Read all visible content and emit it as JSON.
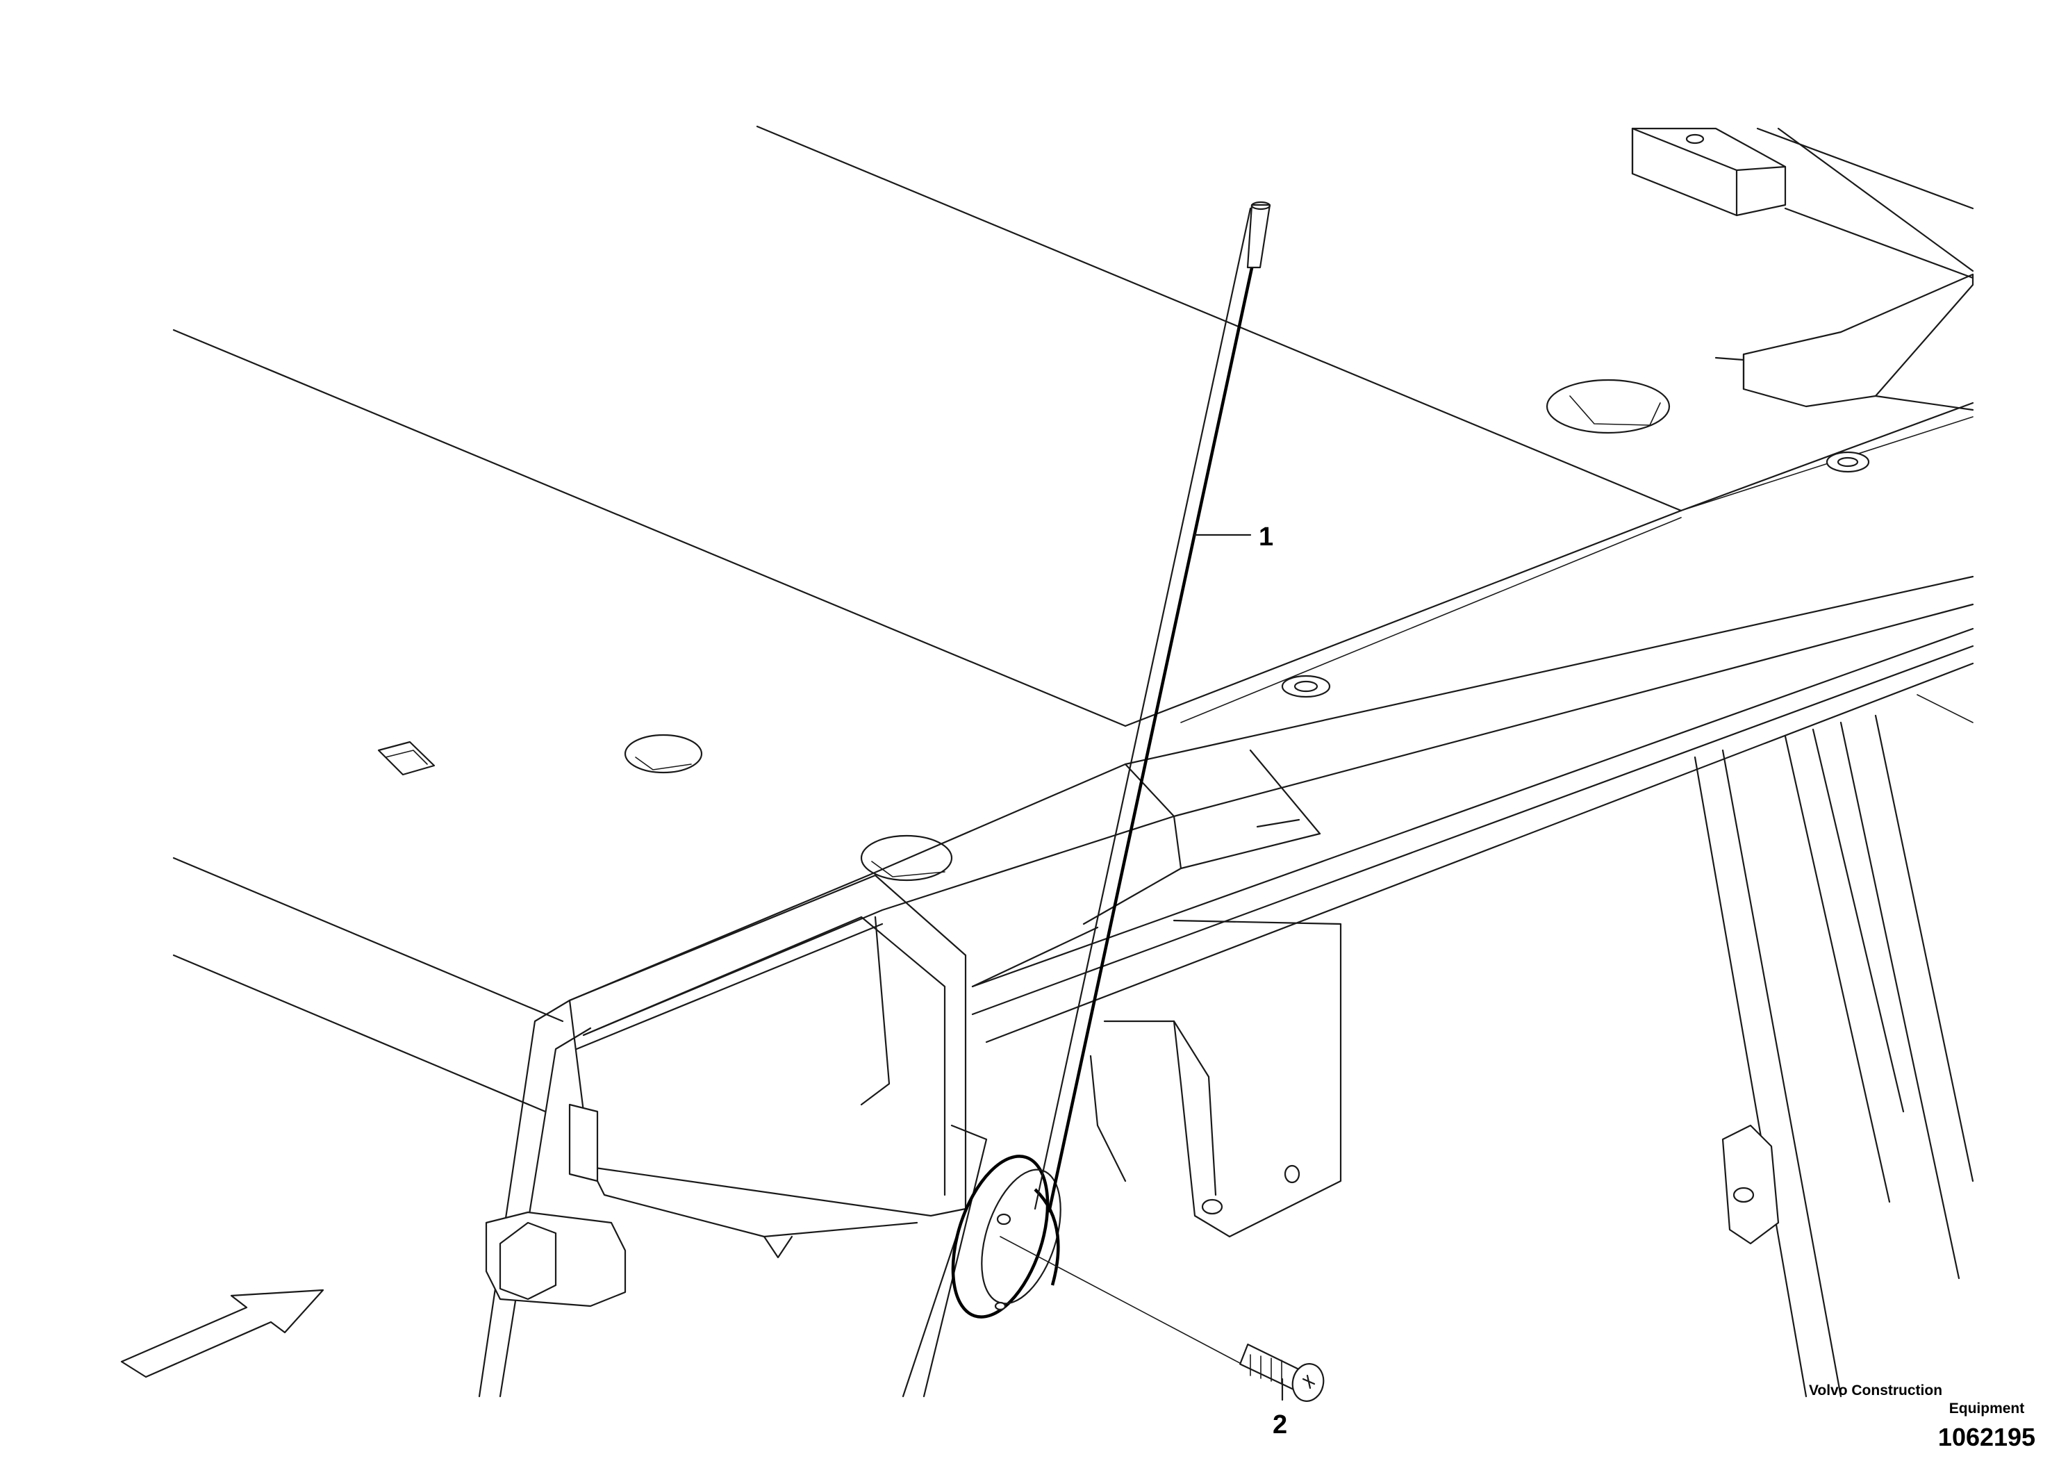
{
  "callouts": [
    {
      "number": "1",
      "part": "antenna-rod"
    },
    {
      "number": "2",
      "part": "mounting-screw"
    }
  ],
  "credit": {
    "line1": "Volvo Construction",
    "line2": "Equipment"
  },
  "figure_id": "1062195",
  "icons": {
    "direction_arrow": "direction-arrow-icon"
  }
}
